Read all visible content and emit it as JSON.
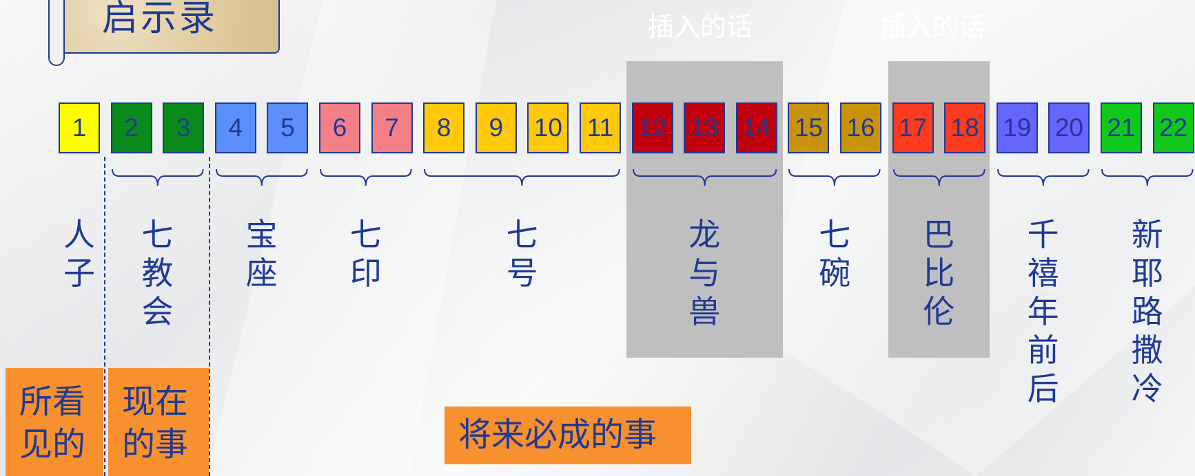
{
  "title": "启示录",
  "insert_labels": [
    "插入的话",
    "插入的话"
  ],
  "colors": {
    "box_border": "#1f3a93",
    "text_blue": "#1f3a93",
    "shade": "#bfbfbf",
    "orange": "#f7902e",
    "yellow": "#ffff00",
    "green": "#0a8a1a",
    "blue": "#5b8ef9",
    "pink": "#f47f86",
    "gold": "#ffc80a",
    "red": "#c0000c",
    "mustard": "#c9930b",
    "orange_red": "#ff3b1f",
    "violet": "#6666ff",
    "bright_green": "#10c81a"
  },
  "chapters": [
    {
      "label": "1",
      "color": "#ffff00"
    },
    {
      "label": "2",
      "color": "#0a8a1a"
    },
    {
      "label": "3",
      "color": "#0a8a1a"
    },
    {
      "label": "4",
      "color": "#5b8ef9"
    },
    {
      "label": "5",
      "color": "#5b8ef9"
    },
    {
      "label": "6",
      "color": "#f47f86"
    },
    {
      "label": "7",
      "color": "#f47f86"
    },
    {
      "label": "8",
      "color": "#ffc80a"
    },
    {
      "label": "9",
      "color": "#ffc80a"
    },
    {
      "label": "10",
      "color": "#ffc80a"
    },
    {
      "label": "11",
      "color": "#ffc80a"
    },
    {
      "label": "12",
      "color": "#c0000c"
    },
    {
      "label": "13",
      "color": "#c0000c"
    },
    {
      "label": "14",
      "color": "#c0000c"
    },
    {
      "label": "15",
      "color": "#c9930b"
    },
    {
      "label": "16",
      "color": "#c9930b"
    },
    {
      "label": "17",
      "color": "#ff3b1f"
    },
    {
      "label": "18",
      "color": "#ff3b1f"
    },
    {
      "label": "19",
      "color": "#6666ff"
    },
    {
      "label": "20",
      "color": "#6666ff"
    },
    {
      "label": "21",
      "color": "#10c81a"
    },
    {
      "label": "22",
      "color": "#10c81a"
    }
  ],
  "groups": [
    {
      "label": "人\n子",
      "from": 1,
      "to": 1,
      "brace": false
    },
    {
      "label": "七\n教\n会",
      "from": 2,
      "to": 3,
      "brace": true
    },
    {
      "label": "宝\n座",
      "from": 4,
      "to": 5,
      "brace": true
    },
    {
      "label": "七\n印",
      "from": 6,
      "to": 7,
      "brace": true
    },
    {
      "label": "七\n号",
      "from": 8,
      "to": 11,
      "brace": true
    },
    {
      "label": "龙\n与\n兽",
      "from": 12,
      "to": 14,
      "brace": true
    },
    {
      "label": "七\n碗",
      "from": 15,
      "to": 16,
      "brace": true
    },
    {
      "label": "巴\n比\n伦",
      "from": 17,
      "to": 18,
      "brace": true
    },
    {
      "label": "千\n禧\n年\n前\n后",
      "from": 19,
      "to": 20,
      "brace": true
    },
    {
      "label": "新\n耶\n路\n撒\n冷",
      "from": 21,
      "to": 22,
      "brace": true
    }
  ],
  "sections": {
    "seen": "所看\n见的",
    "present": "现在\n的事",
    "future": "将来必成的事"
  }
}
